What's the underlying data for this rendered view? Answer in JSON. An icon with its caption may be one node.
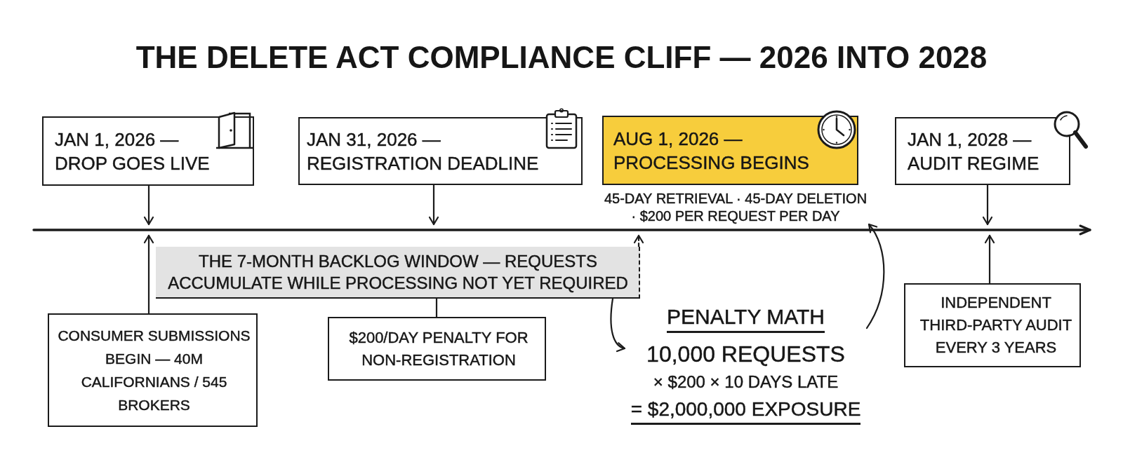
{
  "diagram": {
    "title": "THE DELETE ACT COMPLIANCE CLIFF — 2026 INTO 2028",
    "nodes": [
      {
        "text": [
          "JAN 1, 2026 — DROP GOES LIVE"
        ]
      },
      {
        "text": [
          "JAN 31, 2026 — REGISTRATION DEADLINE"
        ]
      },
      {
        "text": [
          "AUG 1, 2026 — PROCESSING BEGINS"
        ],
        "beside": [
          "45-DAY RETRIEVAL · 45-DAY DELETION · $200 PER REQUEST PER DAY"
        ]
      },
      {
        "text": [
          "JAN 1, 2028 — AUDIT REGIME"
        ]
      },
      {
        "text": [],
        "shape": "arrow"
      },
      {
        "text": [
          "THE 7-MONTH BACKLOG WINDOW — REQUESTS ACCUMULATE WHILE PROCESSING NOT YET REQUIRED"
        ]
      },
      {
        "text": [
          "CONSUMER SUBMISSIONS BEGIN — 40M CALIFORNIANS / 545 BROKERS"
        ]
      },
      {
        "text": [
          "$200/DAY PENALTY FOR NON-REGISTRATION"
        ]
      },
      {
        "text": [
          "PENALTY MATH",
          "10,000 REQUESTS",
          "× $200 × 10 DAYS LATE",
          "= $2,000,000 EXPOSURE"
        ]
      },
      {
        "text": [
          "INDEPENDENT THIRD-PARTY AUDIT EVERY 3 YEARS"
        ]
      }
    ],
    "edges": [
      {
        "from": 0,
        "to": 4,
        "arrow": "to"
      },
      {
        "from": 1,
        "to": 4,
        "arrow": "to"
      },
      {
        "from": 3,
        "to": 4,
        "arrow": "to"
      },
      {
        "from": 5,
        "to": 4,
        "arrow": "to",
        "style": "dashed"
      },
      {
        "from": 6,
        "to": 4,
        "arrow": "to"
      },
      {
        "from": 7,
        "to": 5,
        "arrow": "none"
      },
      {
        "from": 5,
        "to": 8,
        "arrow": "to"
      },
      {
        "from": 8,
        "to": 2,
        "arrow": "to"
      },
      {
        "from": 9,
        "to": 4,
        "arrow": "to"
      }
    ]
  }
}
